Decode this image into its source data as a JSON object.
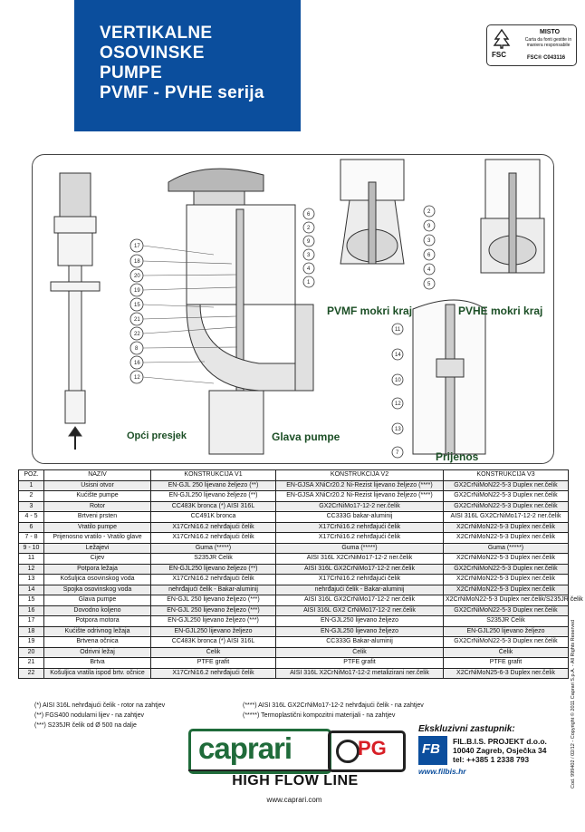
{
  "header": {
    "title_lines": [
      "VERTIKALNE",
      "OSOVINSKE",
      "PUMPE",
      "PVMF - PVHE serija"
    ]
  },
  "fsc": {
    "misto": "MISTO",
    "text": "Carta da fonti gestite in maniera responsabile",
    "code": "FSC® C043116",
    "abbr": "FSC"
  },
  "diagram": {
    "labels": {
      "opci_presjek": "Opći presjek",
      "glava_pumpe": "Glava pumpe",
      "pvmf": "PVMF mokri kraj",
      "pvhe": "PVHE mokri kraj",
      "prijenos": "Prijenos"
    },
    "callouts_head": [
      "17",
      "18",
      "20",
      "19",
      "15",
      "21",
      "22",
      "8",
      "16",
      "12"
    ],
    "callouts_pvmf": [
      "6",
      "2",
      "9",
      "3",
      "4",
      "1"
    ],
    "callouts_pvhe": [
      "2",
      "9",
      "3",
      "6",
      "4",
      "5"
    ],
    "callouts_shaft": [
      "11",
      "14",
      "10",
      "12",
      "13",
      "7"
    ]
  },
  "table": {
    "headers": [
      "POZ.",
      "NAZIV",
      "KONSTRUKCIJA V1",
      "KONSTRUKCIJA V2",
      "KONSTRUKCIJA V3"
    ],
    "rows": [
      [
        "1",
        "Usisni otvor",
        "EN-GJL 250 lijevano željezo (**)",
        "EN-GJSA XNiCr20.2 Ni-Rezist lijevano željezo (****)",
        "GX2CrNiMoN22-5-3 Duplex ner.čelik"
      ],
      [
        "2",
        "Kućište pumpe",
        "EN-GJL250 lijevano željezo (**)",
        "EN-GJSA XNiCr20.2 Ni-Rezist lijevano željezo (****)",
        "GX2CrNiMoN22-5-3 Duplex ner.čelik"
      ],
      [
        "3",
        "Rotor",
        "CC483K bronca (*) AISI 316L",
        "GX2CrNiMo17-12-2 ner.čelik",
        "GX2CrNiMoN22-5-3 Duplex ner.čelik"
      ],
      [
        "4 - 5",
        "Brtveni prsten",
        "CC491K bronca",
        "CC333G bakar-aluminij",
        "AISI 316L GX2CrNiMo17-12-2 ner.čelik"
      ],
      [
        "6",
        "Vratilo pumpe",
        "X17CrNi16.2 nehrđajući čelik",
        "X17CrNi16.2 nehrđajući čelik",
        "X2CrNiMoN22-5-3 Duplex ner.čelik"
      ],
      [
        "7 - 8",
        "Prijenosno vratilo - Vratilo glave",
        "X17CrNi16.2 nehrđajući čelik",
        "X17CrNi16.2 nehrđajući čelik",
        "X2CrNiMoN22-5-3 Duplex ner.čelik"
      ],
      [
        "9 - 10",
        "Ležajevi",
        "Guma (*****)",
        "Guma (*****)",
        "Guma (*****)"
      ],
      [
        "11",
        "Cijev",
        "S235JR Čelik",
        "AISI 316L X2CrNiMo17-12-2 ner.čelik",
        "X2CrNiMoN22-5-3 Duplex ner.čelik"
      ],
      [
        "12",
        "Potpora ležaja",
        "EN-GJL250 lijevano željezo (**)",
        "AISI 316L GX2CrNiMo17-12-2 ner.čelik",
        "GX2CrNiMoN22-5-3 Duplex ner.čelik"
      ],
      [
        "13",
        "Košuljica osovinskog voda",
        "X17CrNi16.2 nehrđajući čelik",
        "X17CrNi16.2 nehrđajući čelik",
        "X2CrNiMoN22-5-3 Duplex ner.čelik"
      ],
      [
        "14",
        "Spojka osovinskog voda",
        "nehrđajući čelik - Bakar-aluminij",
        "nehrđajući čelik - Bakar-aluminij",
        "X2CrNiMoN22-5-3 Duplex ner.čelik"
      ],
      [
        "15",
        "Glava pumpe",
        "EN-GJL 250 lijevano željezo (***)",
        "AISI 316L GX2CrNiMo17-12-2 ner.čelik",
        "X2CrNiMoN22-5-3 Duplex ner.čelik/S235JR čelik"
      ],
      [
        "16",
        "Dovodno koljeno",
        "EN-GJL 250 lijevano željezo (***)",
        "AISI 316L GX2 CrNiMo17-12-2 ner.čelik",
        "GX2CrNiMoN22-5-3 Duplex ner.čelik"
      ],
      [
        "17",
        "Potpora motora",
        "EN-GJL250 lijevano željezo (***)",
        "EN-GJL250 lijevano željezo",
        "S235JR Čelik"
      ],
      [
        "18",
        "Kućište odrivnog ležaja",
        "EN-GJL250 lijevano željezo",
        "EN-GJL250 lijevano željezo",
        "EN-GJL250 lijevano željezo"
      ],
      [
        "19",
        "Brtvena očnica",
        "CC483K bronca (*) AISI 316L",
        "CC333G Bakar-aluminij",
        "GX2CrNiMoN22-5-3 Duplex ner.čelik"
      ],
      [
        "20",
        "Odrivni ležaj",
        "Čelik",
        "Čelik",
        "Čelik"
      ],
      [
        "21",
        "Brtva",
        "PTFE grafit",
        "PTFE grafit",
        "PTFE grafit"
      ],
      [
        "22",
        "Košuljica vratila ispod brtv. očnice",
        "X17CrNi16.2 nehrđajući čelik",
        "AISI 316L X2CrNiMo17-12-2 metalizirani ner.čelik",
        "X2CrNiMoN25-6-3 Duplex ner.čelik"
      ]
    ]
  },
  "notes_left": [
    "(*) AISI 316L nehrđajući čelik - rotor na zahtjev",
    "(**) FGS400 nodularni lijev - na zahtjev",
    "(***) S235JR čelik od Ø 500 na dalje"
  ],
  "notes_right": [
    "(****) AISI 316L GX2CrNiMo17-12-2 nehrđajući čelik - na zahtjev",
    "(*****) Termoplastični kompozitni materijali - na zahtjev"
  ],
  "brand": {
    "caprari": "caprari",
    "pg": "PG",
    "tagline": "HIGH FLOW LINE",
    "url": "www.caprari.com"
  },
  "distributor": {
    "title": "Ekskluzivni zastupnik:",
    "name": "FIL.B.I.S. PROJEKT d.o.o.",
    "address": "10040 Zagreb, Osječka 34",
    "tel": "tel: ++385 1 2338 793",
    "web": "www.filbis.hr",
    "logo_letters": "FB"
  },
  "copyright": "Cod. 999402 / 02/12 - Copyright © 2011 Caprari S.p.A. - All Rights Reserved",
  "colors": {
    "title_blue": "#0b4e9d",
    "caprari_green": "#1f6b3a",
    "pg_red": "#d81f26",
    "label_green": "#1c4f26"
  }
}
